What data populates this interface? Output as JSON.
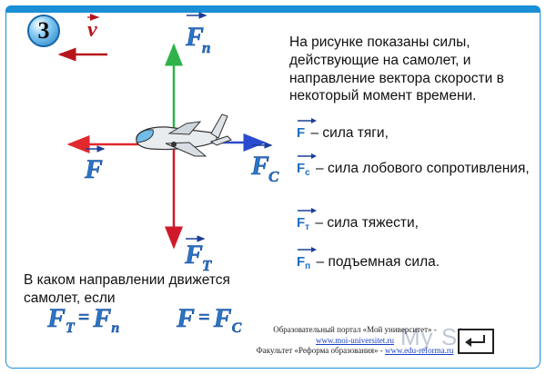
{
  "slide": {
    "number": "3",
    "velocity_label": "v",
    "force_labels": {
      "lift_main": "F",
      "lift_sub": "п",
      "thrust_main": "F",
      "drag_main": "F",
      "drag_sub": "C",
      "gravity_main": "F",
      "gravity_sub": "T"
    },
    "description": "На рисунке показаны силы, действующие на самолет, и направление вектора скорости в некоторый момент времени.",
    "legend": [
      {
        "symbol": "F",
        "sub": "",
        "text": "– сила тяги,"
      },
      {
        "symbol": "F",
        "sub": "c",
        "text": "– сила лобового сопротивления,"
      },
      {
        "symbol": "F",
        "sub": "т",
        "text": "– сила тяжести,"
      },
      {
        "symbol": "F",
        "sub": "п",
        "text": "– подъемная сила."
      }
    ],
    "question": "В каком направлении движется самолет, если",
    "formula1": {
      "left": "F",
      "left_sub": "T",
      "eq": "=",
      "right": "F",
      "right_sub": "п"
    },
    "formula2": {
      "left": "F",
      "eq": "=",
      "right": "F",
      "right_sub": "C"
    },
    "footer": {
      "line1": "Образовательный портал «Мой университет» -",
      "link1": "www.moi-universitet.ru",
      "line2": "Факультет «Реформа образования» -",
      "link2": "www.edu-reforma.ru"
    },
    "watermark": "My Sh",
    "colors": {
      "thrust": "#e0282e",
      "drag": "#2a4bd0",
      "lift": "#2fb24a",
      "gravity": "#d01a2a",
      "accent": "#1a8fd6"
    }
  }
}
